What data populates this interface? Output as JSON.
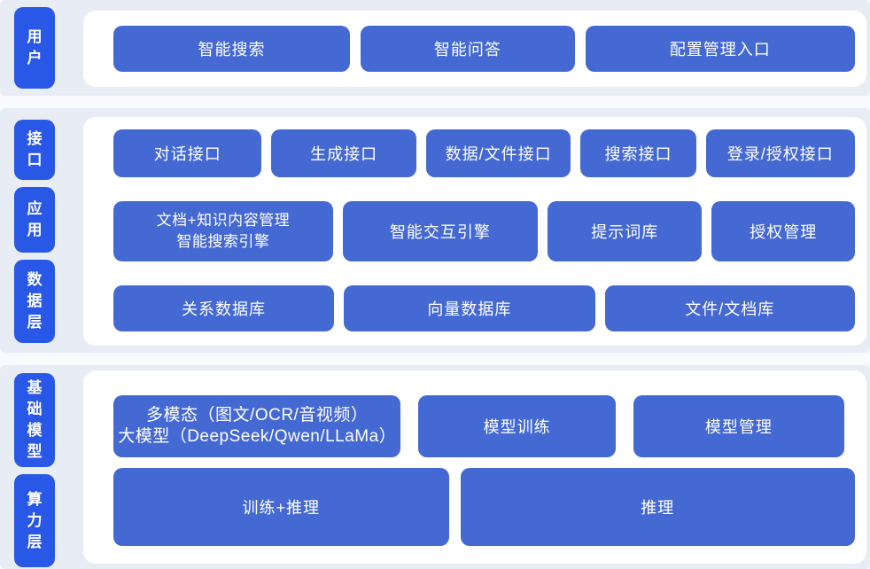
{
  "colors": {
    "page_background": "#f8fafd",
    "section_background": "#e8edf5",
    "panel_background": "#ffffff",
    "pill_blue": "#2a58e6",
    "button_blue": "#4569d3",
    "text_white": "#ffffff"
  },
  "sections": [
    {
      "pills": [
        {
          "label": "用户"
        }
      ],
      "rows": [
        {
          "buttons": [
            "智能搜索",
            "智能问答",
            "配置管理入口"
          ]
        }
      ]
    },
    {
      "pills": [
        {
          "label": "接口"
        },
        {
          "label": "应用"
        },
        {
          "label": "数据层"
        }
      ],
      "rows": [
        {
          "buttons": [
            "对话接口",
            "生成接口",
            "数据/文件接口",
            "搜索接口",
            "登录/授权接口"
          ]
        },
        {
          "buttons": [
            {
              "line1": "文档+知识内容管理",
              "line2": "智能搜索引擎"
            },
            "智能交互引擎",
            "提示词库",
            "授权管理"
          ]
        },
        {
          "buttons": [
            "关系数据库",
            "向量数据库",
            "文件/文档库"
          ]
        }
      ]
    },
    {
      "pills": [
        {
          "label": "基础模型"
        },
        {
          "label": "算力层"
        }
      ],
      "rows": [
        {
          "buttons": [
            {
              "line1": "多模态（图文/OCR/音视频）",
              "line2": "大模型（DeepSeek/Qwen/LLaMa）"
            },
            "模型训练",
            "模型管理"
          ]
        },
        {
          "buttons": [
            "训练+推理",
            "推理"
          ]
        }
      ]
    }
  ]
}
